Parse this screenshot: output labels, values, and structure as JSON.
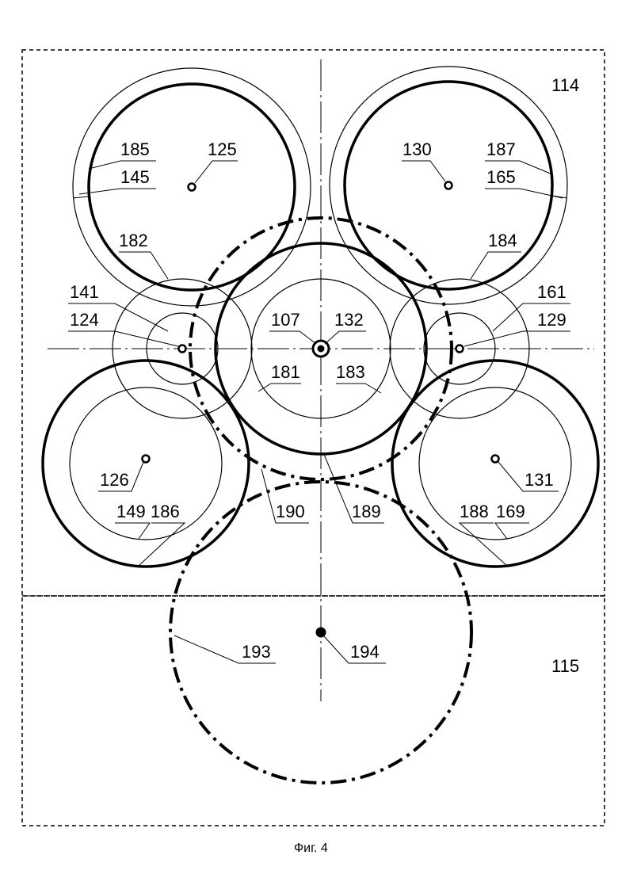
{
  "regions": {
    "upper": "114",
    "lower": "115"
  },
  "labels": {
    "l107": "107",
    "l132": "132",
    "l124": "124",
    "l141": "141",
    "l129": "129",
    "l161": "161",
    "l125": "125",
    "l185": "185",
    "l145": "145",
    "l130": "130",
    "l187": "187",
    "l165": "165",
    "l182": "182",
    "l184": "184",
    "l181": "181",
    "l183": "183",
    "l126": "126",
    "l149": "149",
    "l186": "186",
    "l131": "131",
    "l188": "188",
    "l169": "169",
    "l190": "190",
    "l189": "189",
    "l193": "193",
    "l194": "194"
  },
  "caption": "Фиг. 4"
}
